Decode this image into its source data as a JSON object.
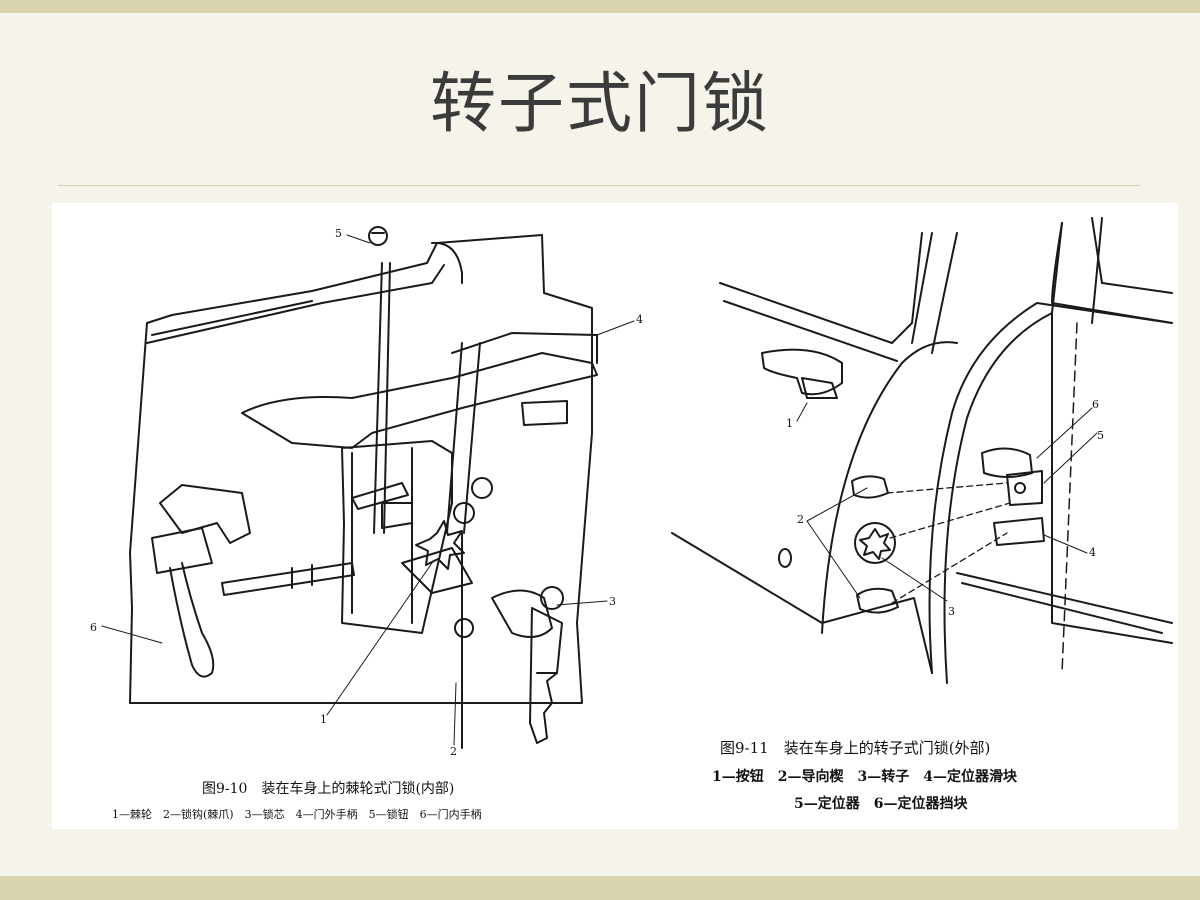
{
  "slide": {
    "title": "转子式门锁"
  },
  "figure_left": {
    "caption_title": "图9-10　装在车身上的棘轮式门锁(内部)",
    "legend": "1—棘轮　2—锁钩(棘爪)　3—锁芯　4—门外手柄　5—锁钮　6—门内手柄",
    "callouts": [
      "5",
      "4",
      "3",
      "6",
      "1",
      "2"
    ]
  },
  "figure_right": {
    "caption_title": "图9-11　装在车身上的转子式门锁(外部)",
    "legend_line1": "1—按钮　2—导向楔　3—转子　4—定位器滑块",
    "legend_line2": "5—定位器　6—定位器挡块",
    "callouts": [
      "1",
      "6",
      "5",
      "2",
      "4",
      "3"
    ]
  },
  "colors": {
    "background": "#f5f3ea",
    "band": "#d8d5ae",
    "title_text": "#3b3b3b",
    "drawing_ink": "#1a1a1a"
  }
}
